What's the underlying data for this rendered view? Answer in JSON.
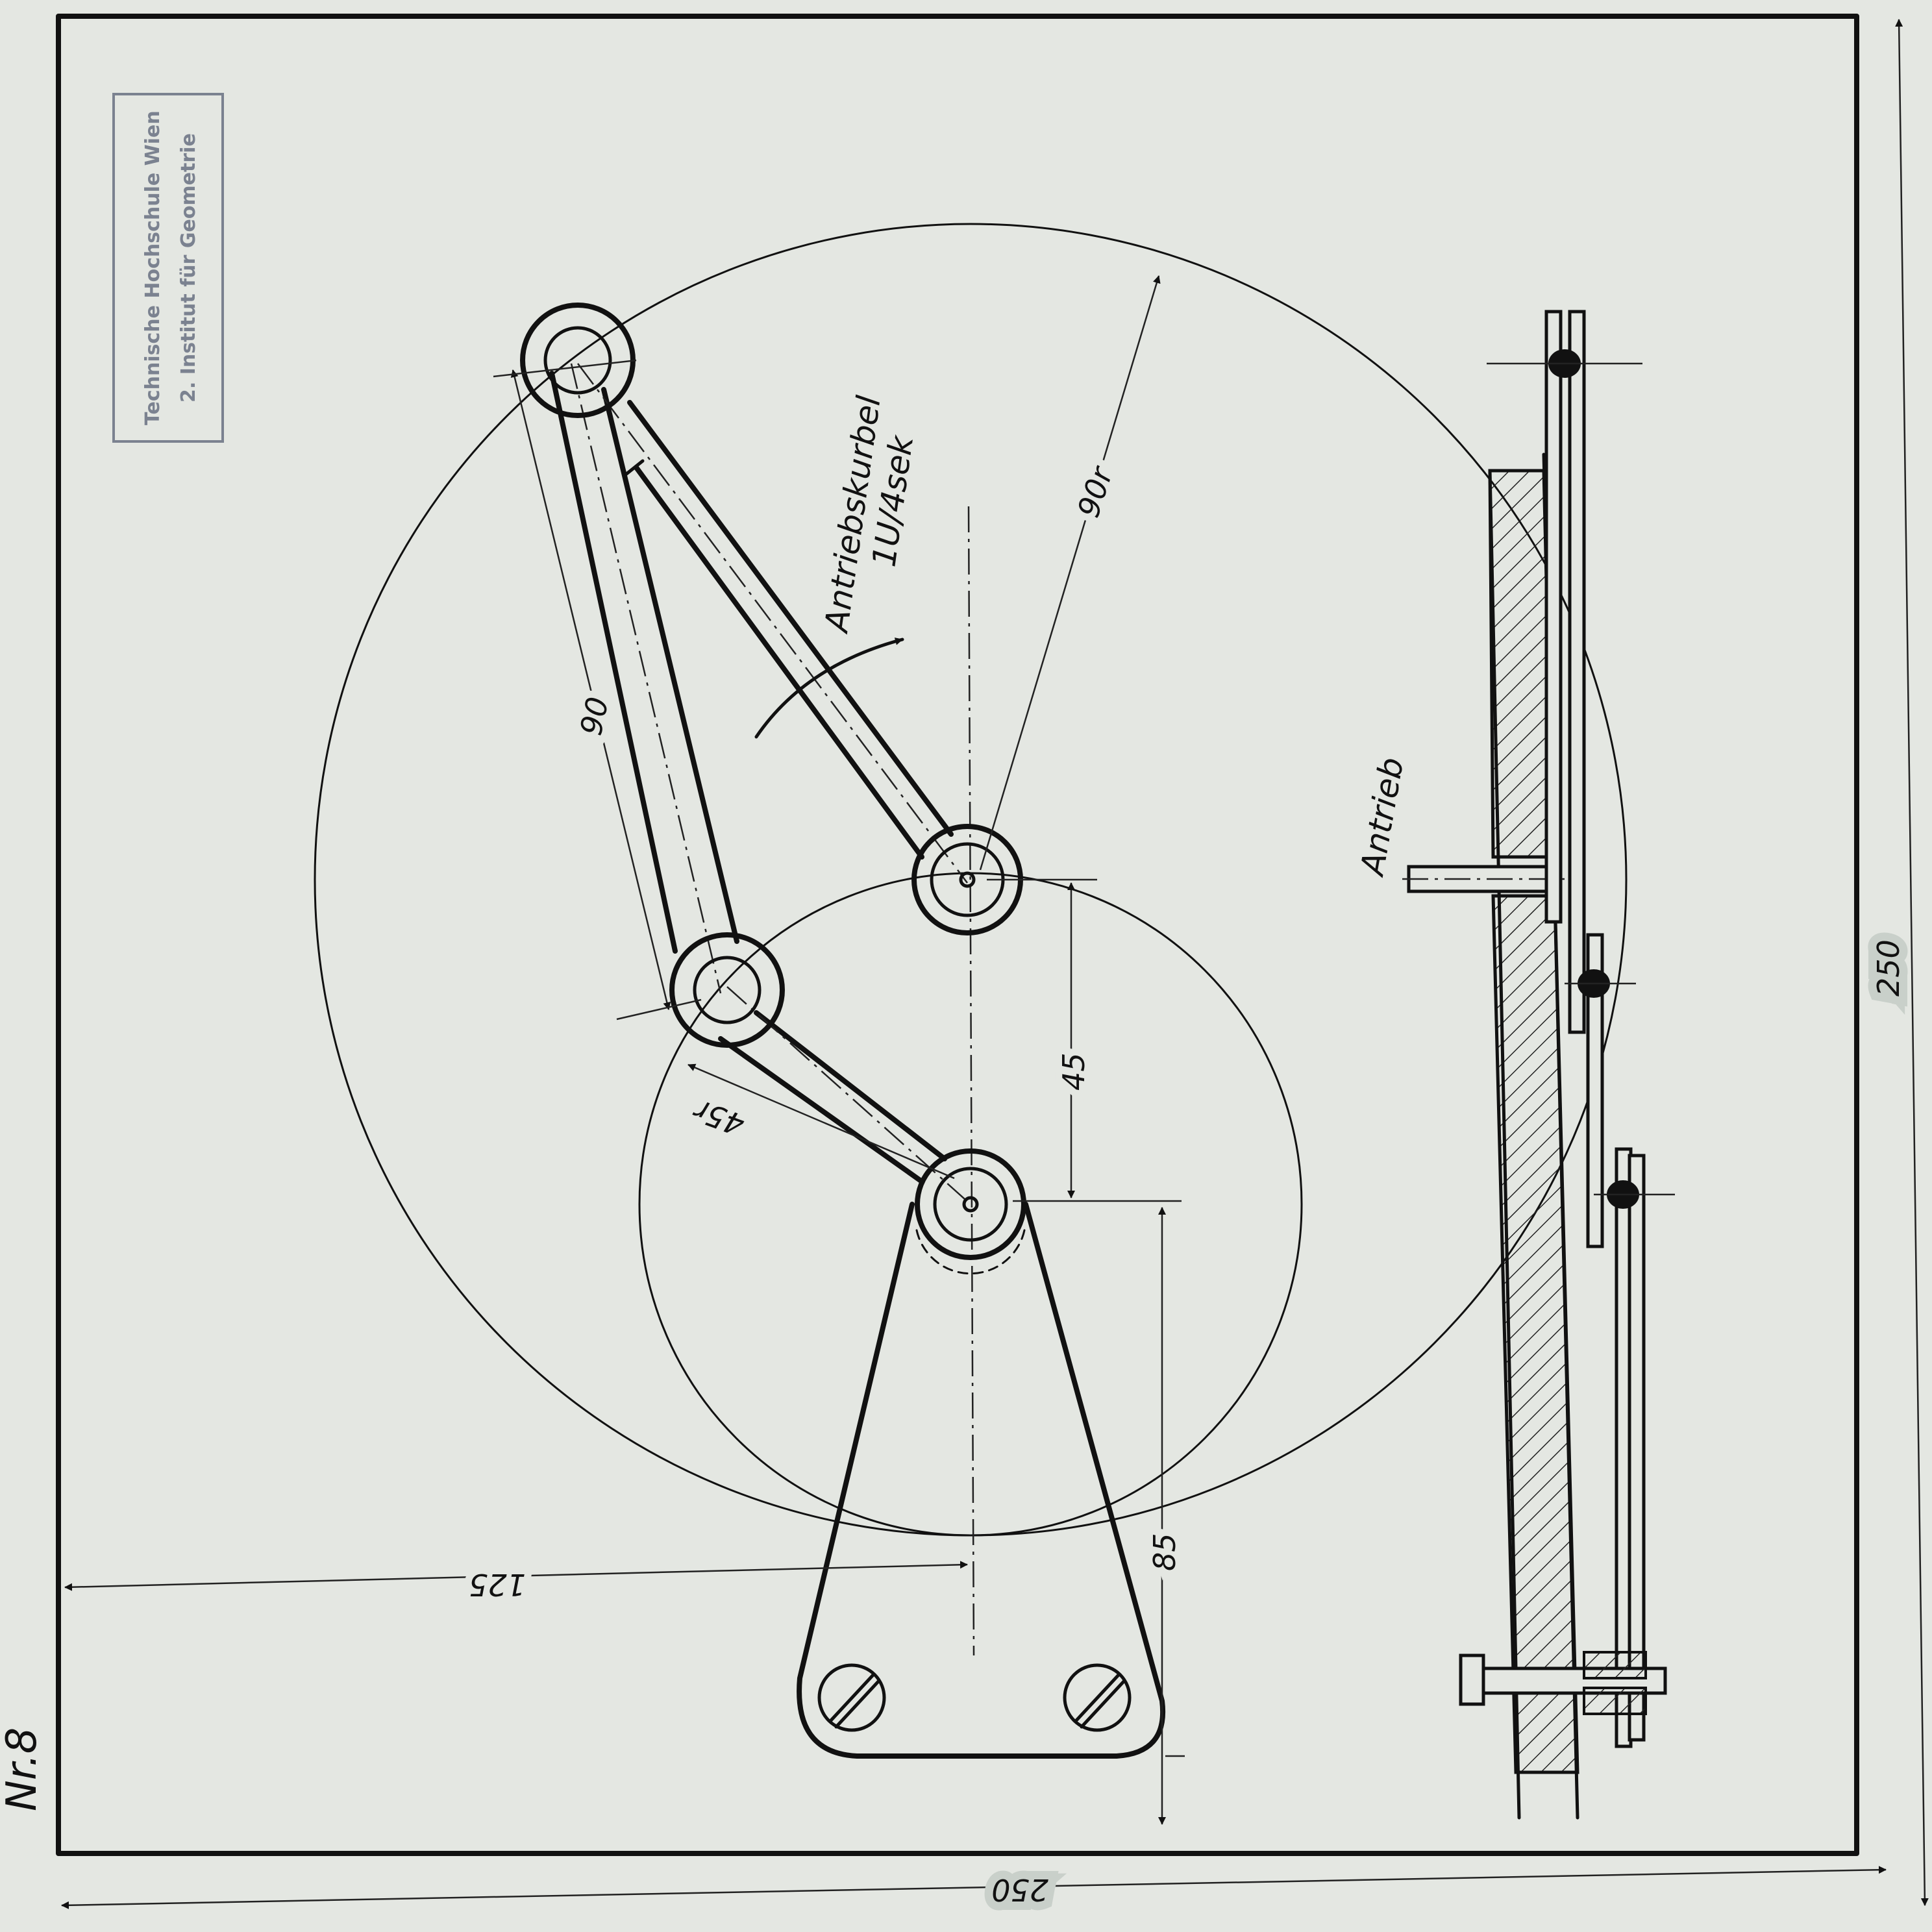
{
  "sheet_number": "Nr.8",
  "stamp": {
    "line1": "Technische Hochschule Wien",
    "line2": "2. Institut für Geometrie"
  },
  "labels": {
    "crank_title": "Antriebskurbel",
    "crank_speed": "1U/4sek",
    "drive": "Antrieb"
  },
  "dimensions": {
    "link_length": "90",
    "crank_radius": "90r",
    "short_radius": "45r",
    "pivot_distance": "45",
    "bracket_height": "85",
    "center_offset": "125",
    "sheet_width": "250",
    "sheet_height": "250"
  },
  "colors": {
    "paper": "#e4e7e2",
    "ink": "#111111",
    "stamp": "#7b8290"
  }
}
